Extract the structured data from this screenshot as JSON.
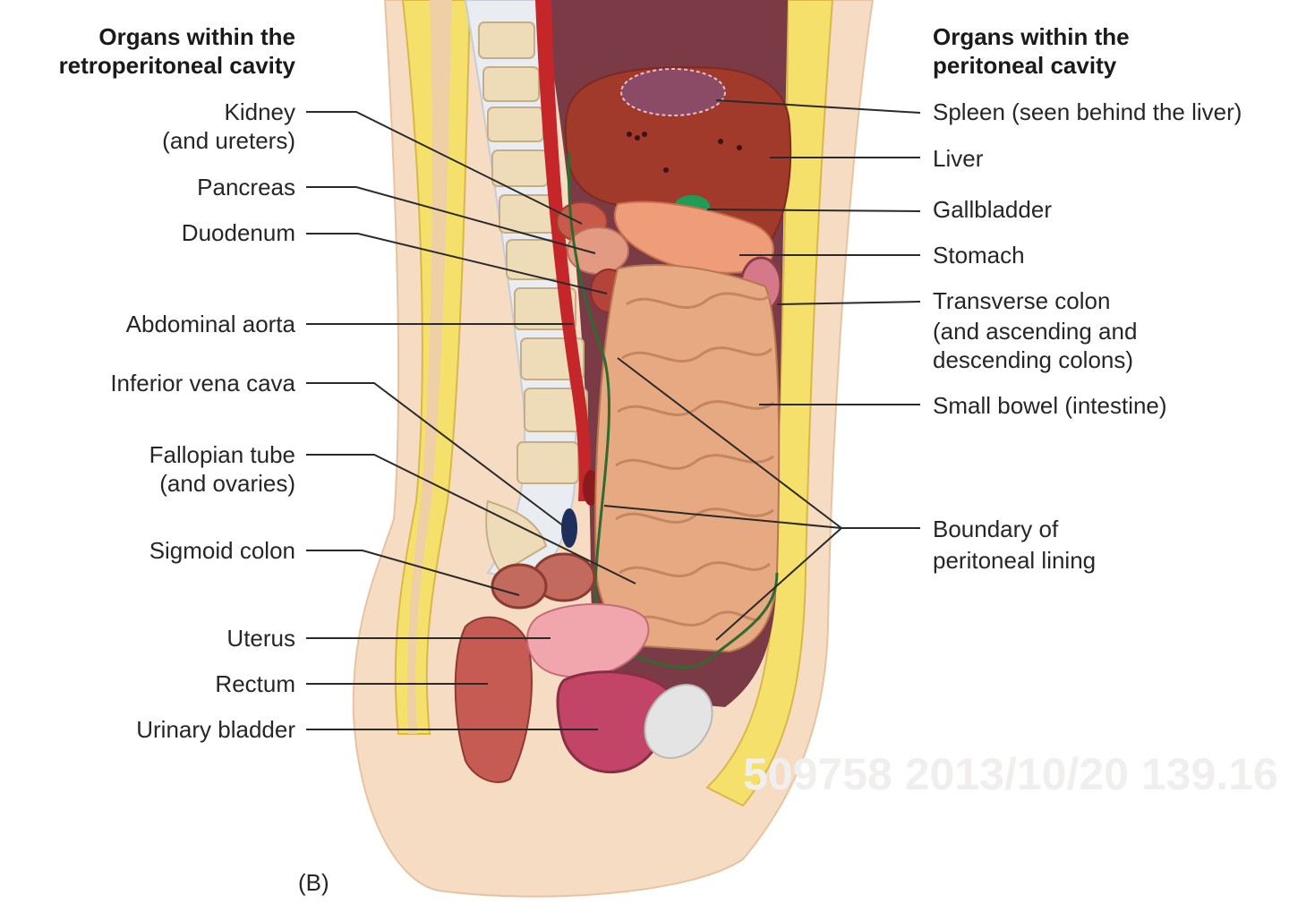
{
  "headings": {
    "left_line1": "Organs within the",
    "left_line2": "retroperitoneal cavity",
    "right_line1": "Organs within the",
    "right_line2": "peritoneal cavity"
  },
  "left_labels": {
    "kidney_1": "Kidney",
    "kidney_2": "(and ureters)",
    "pancreas": "Pancreas",
    "duodenum": "Duodenum",
    "abdominal_aorta": "Abdominal aorta",
    "inferior_vena_cava": "Inferior vena cava",
    "fallopian_1": "Fallopian tube",
    "fallopian_2": "(and ovaries)",
    "sigmoid_colon": "Sigmoid colon",
    "uterus": "Uterus",
    "rectum": "Rectum",
    "urinary_bladder": "Urinary bladder"
  },
  "right_labels": {
    "spleen": "Spleen (seen behind the liver)",
    "liver": "Liver",
    "gallbladder": "Gallbladder",
    "stomach": "Stomach",
    "transverse_1": "Transverse colon",
    "transverse_2": "(and ascending and",
    "transverse_3": "descending colons)",
    "small_bowel": "Small bowel (intestine)",
    "boundary_1": "Boundary of",
    "boundary_2": "peritoneal lining"
  },
  "panel_label": "(B)",
  "watermark": "509758 2013/10/20 139.16"
}
